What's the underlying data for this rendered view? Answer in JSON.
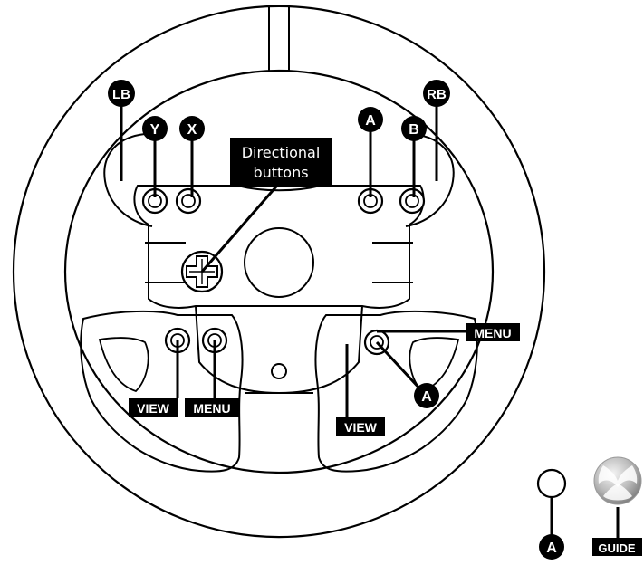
{
  "labels": {
    "lb": "LB",
    "rb": "RB",
    "y": "Y",
    "x": "X",
    "a_top": "A",
    "b": "B",
    "directional_line1": "Directional",
    "directional_line2": "buttons",
    "menu_right": "MENU",
    "view_right": "VIEW",
    "a_right": "A",
    "view_left": "VIEW",
    "menu_left": "MENU",
    "a_bottom": "A",
    "guide": "GUIDE"
  },
  "colors": {
    "ink": "#000000",
    "paper": "#ffffff",
    "xbox_gray": "#b8b8b8"
  }
}
